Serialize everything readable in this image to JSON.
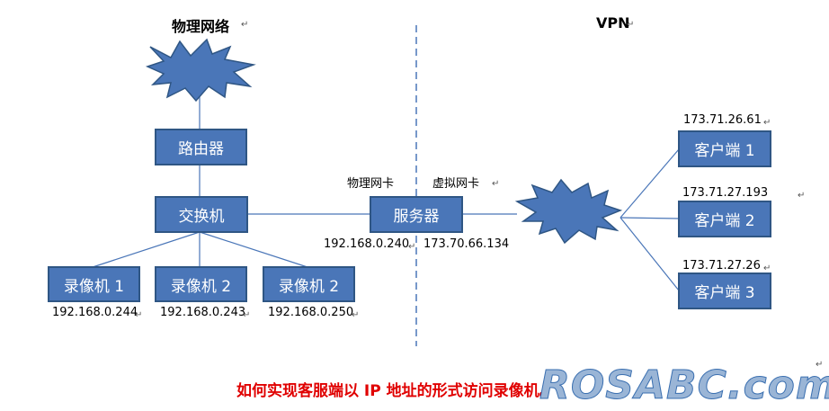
{
  "headers": {
    "physical": "物理网络",
    "vpn": "VPN"
  },
  "nodes": {
    "router": "路由器",
    "switch": "交换机",
    "server": "服务器",
    "camera1": "录像机 1",
    "camera2": "录像机 2",
    "camera3": "录像机 2",
    "client1": "客户端 1",
    "client2": "客户端 2",
    "client3": "客户端 3"
  },
  "labels": {
    "physical_nic": "物理网卡",
    "virtual_nic": "虚拟网卡",
    "server_physical_ip": "192.168.0.240",
    "server_virtual_ip": "173.70.66.134",
    "camera1_ip": "192.168.0.244",
    "camera2_ip": "192.168.0.243",
    "camera3_ip": "192.168.0.250",
    "client1_ip": "173.71.26.61",
    "client2_ip": "173.71.27.193",
    "client3_ip": "173.71.27.26"
  },
  "caption": "如何实现客服端以 IP 地址的形式访问录像机。",
  "watermark": "ROSABC.com",
  "colors": {
    "node_fill": "#4a76b8",
    "node_border": "#2f5684",
    "caption": "#e00000",
    "divider": "#4a76b8"
  }
}
